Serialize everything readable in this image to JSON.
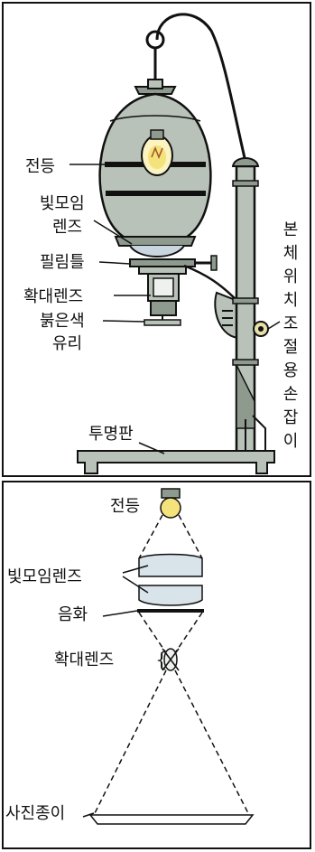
{
  "top": {
    "labels": {
      "lamp": "전등",
      "condenser_line1": "빛모임",
      "condenser_line2": "렌즈",
      "film_frame": "필림틀",
      "enlarging_lens": "확대렌즈",
      "red_glass_line1": "붉은색",
      "red_glass_line2": "유리",
      "transparent_plate": "투명판",
      "height_knob": "본체위치조절용손잡이"
    }
  },
  "bottom": {
    "labels": {
      "lamp": "전등",
      "condenser": "빛모임렌즈",
      "negative": "음화",
      "enlarging_lens": "확대렌즈",
      "photo_paper": "사진종이"
    }
  },
  "colors": {
    "line": "#111111",
    "housing": "#b9c2b8",
    "housing_dark": "#8f9a8e",
    "bulb": "#f4e27a",
    "bulb_glow": "#fbf3c0",
    "wood": "#c8a66a"
  }
}
